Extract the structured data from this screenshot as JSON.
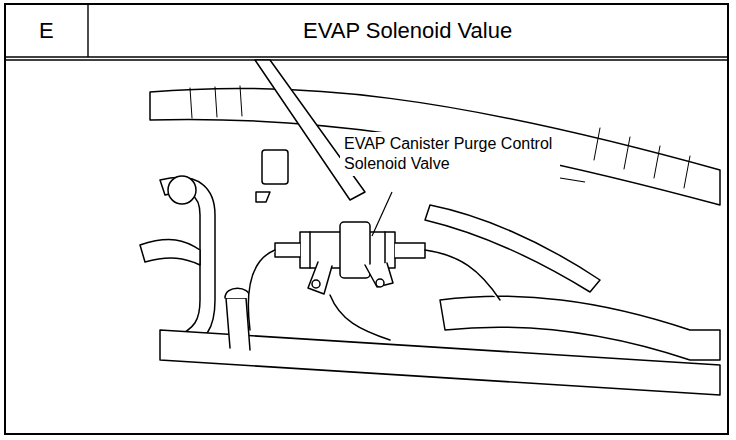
{
  "diagram": {
    "title": "EVAP Solenoid Value",
    "labels": [
      "E",
      "EVAP Canister Purge Control Solenoid Valve"
    ]
  }
}
